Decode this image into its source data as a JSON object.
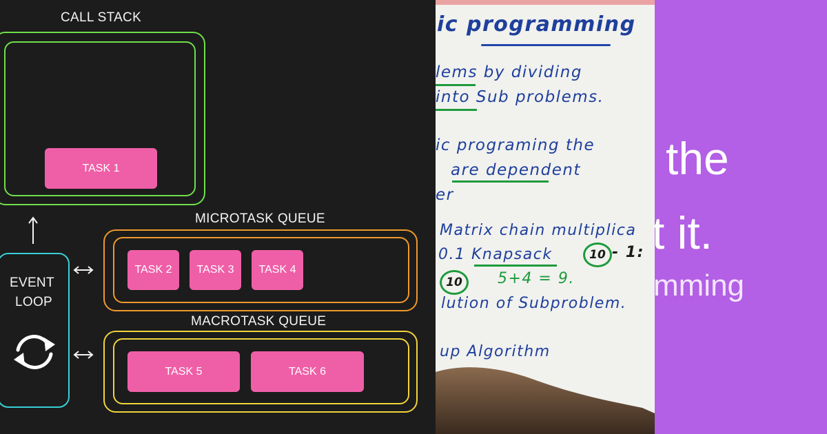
{
  "event_loop_diagram": {
    "call_stack_label": "CALL STACK",
    "microtask_label": "MICROTASK QUEUE",
    "macrotask_label": "MACROTASK QUEUE",
    "event_loop_label_line1": "EVENT",
    "event_loop_label_line2": "LOOP",
    "call_stack_tasks": [
      "TASK 1"
    ],
    "microtask_tasks": [
      "TASK 2",
      "TASK 3",
      "TASK 4"
    ],
    "macrotask_tasks": [
      "TASK 5",
      "TASK 6"
    ],
    "colors": {
      "call_stack_border": "#6fe04a",
      "microtask_border": "#f0992c",
      "macrotask_border": "#f2d43c",
      "event_loop_border": "#3ad0d6",
      "task_fill": "#ef5fa7"
    },
    "icons": [
      "up-arrow-icon",
      "left-right-arrow-icon",
      "refresh-cycle-icon"
    ]
  },
  "whiteboard": {
    "title": "ic programming",
    "lines": [
      "lems by dividing",
      "into Sub problems.",
      "ic programing the",
      "are dependent",
      "er",
      "Matrix chain multiplica",
      "0.1 Knapsack",
      "5+4 = 9.",
      "lution of Subproblem.",
      "up Algorithm"
    ],
    "circled_numbers": [
      "10",
      "10"
    ],
    "trailing_fragment": "- 1:"
  },
  "purple_card": {
    "line1": "the",
    "line2": "t it.",
    "line3": "mming",
    "background": "#b35fe6"
  }
}
